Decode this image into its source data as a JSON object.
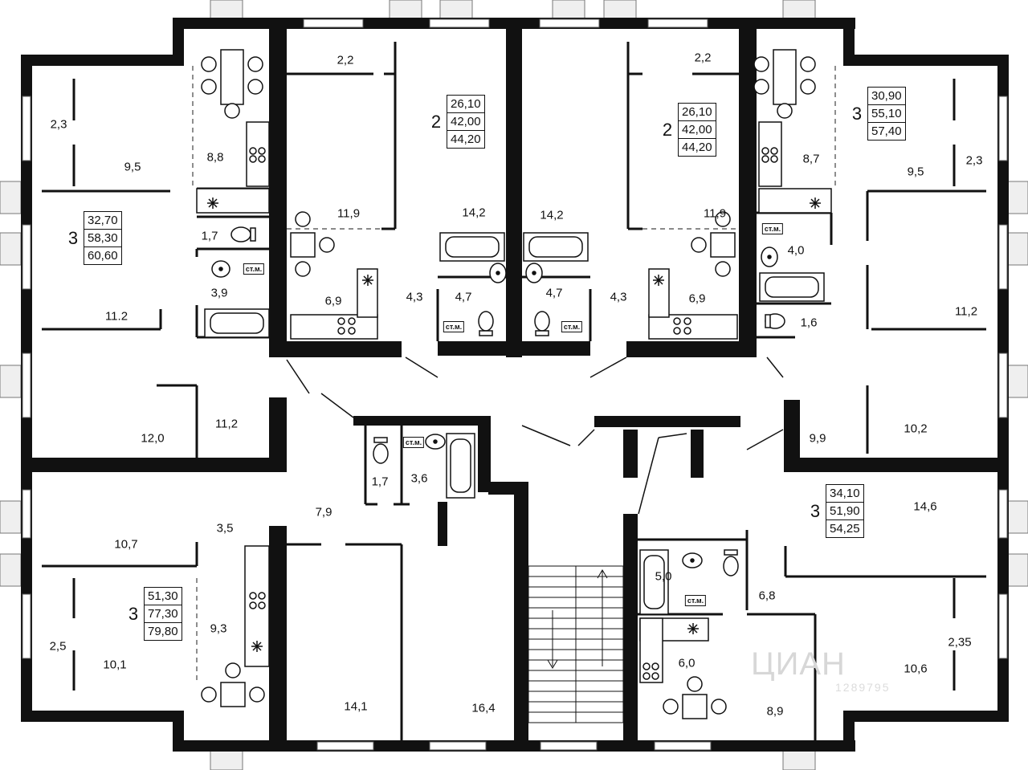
{
  "areas": [
    {
      "id": "a1",
      "text": "2,3"
    },
    {
      "id": "a2",
      "text": "9,5"
    },
    {
      "id": "a3",
      "text": "8,8"
    },
    {
      "id": "a4",
      "text": "2,2"
    },
    {
      "id": "a5",
      "text": "11,9"
    },
    {
      "id": "a6",
      "text": "14,2"
    },
    {
      "id": "a7",
      "text": "14,2"
    },
    {
      "id": "a8",
      "text": "2,2"
    },
    {
      "id": "a9",
      "text": "11,9"
    },
    {
      "id": "a10",
      "text": "8,7"
    },
    {
      "id": "a11",
      "text": "9,5"
    },
    {
      "id": "a12",
      "text": "2,3"
    },
    {
      "id": "a13",
      "text": "1,7"
    },
    {
      "id": "a14",
      "text": "3,9"
    },
    {
      "id": "a15",
      "text": "6,9"
    },
    {
      "id": "a16",
      "text": "4,3"
    },
    {
      "id": "a17",
      "text": "4,7"
    },
    {
      "id": "a18",
      "text": "4,7"
    },
    {
      "id": "a19",
      "text": "4,3"
    },
    {
      "id": "a20",
      "text": "6,9"
    },
    {
      "id": "a21",
      "text": "4,0"
    },
    {
      "id": "a22",
      "text": "1,6"
    },
    {
      "id": "a23",
      "text": "11.2"
    },
    {
      "id": "a24",
      "text": "11,2"
    },
    {
      "id": "a25",
      "text": "12,0"
    },
    {
      "id": "a26",
      "text": "11,2"
    },
    {
      "id": "a27",
      "text": "1,7"
    },
    {
      "id": "a28",
      "text": "3,6"
    },
    {
      "id": "a29",
      "text": "9,9"
    },
    {
      "id": "a30",
      "text": "10,2"
    },
    {
      "id": "a31",
      "text": "7,9"
    },
    {
      "id": "a32",
      "text": "3,5"
    },
    {
      "id": "a33",
      "text": "10,7"
    },
    {
      "id": "a34",
      "text": "14,6"
    },
    {
      "id": "a35",
      "text": "5,0"
    },
    {
      "id": "a36",
      "text": "6,8"
    },
    {
      "id": "a37",
      "text": "9,3"
    },
    {
      "id": "a38",
      "text": "2,5"
    },
    {
      "id": "a39",
      "text": "10,1"
    },
    {
      "id": "a40",
      "text": "6,0"
    },
    {
      "id": "a41",
      "text": "2,35"
    },
    {
      "id": "a42",
      "text": "10,6"
    },
    {
      "id": "a43",
      "text": "14,1"
    },
    {
      "id": "a44",
      "text": "16,4"
    },
    {
      "id": "a45",
      "text": "8,9"
    }
  ],
  "apartments": [
    {
      "rooms": "2",
      "values": [
        "26,10",
        "42,00",
        "44,20"
      ]
    },
    {
      "rooms": "2",
      "values": [
        "26,10",
        "42,00",
        "44,20"
      ]
    },
    {
      "rooms": "3",
      "values": [
        "30,90",
        "55,10",
        "57,40"
      ]
    },
    {
      "rooms": "3",
      "values": [
        "32,70",
        "58,30",
        "60,60"
      ]
    },
    {
      "rooms": "3",
      "values": [
        "34,10",
        "51,90",
        "54,25"
      ]
    },
    {
      "rooms": "3",
      "values": [
        "51,30",
        "77,30",
        "79,80"
      ]
    }
  ],
  "wc_label": "ст.м.",
  "watermark": "ЦИАН",
  "watermark_id": "1289795",
  "colors": {
    "wall": "#111111",
    "window": "#eeeeee",
    "line": "#222222"
  }
}
